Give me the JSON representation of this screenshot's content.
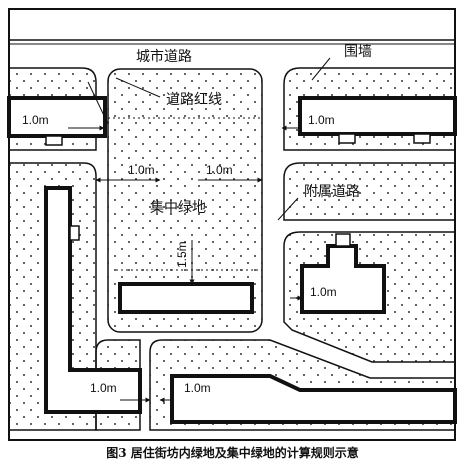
{
  "labels": {
    "city_road": "城市道路",
    "wall": "围墙",
    "red_line": "道路红线",
    "central_green": "集中绿地",
    "aux_road": "附属道路"
  },
  "dimensions": {
    "d1": "1.0m",
    "d2": "1.0m",
    "d3": "1.0m",
    "d4": "1.0m",
    "d5": "1.0m",
    "d6": "1.0m",
    "d7": "1.0m",
    "d8": "1.5m"
  },
  "caption": "图3 居住街坊内绿地及集中绿地的计算规则示意",
  "colors": {
    "line": "#111111",
    "dot": "#333333",
    "background": "#ffffff"
  }
}
